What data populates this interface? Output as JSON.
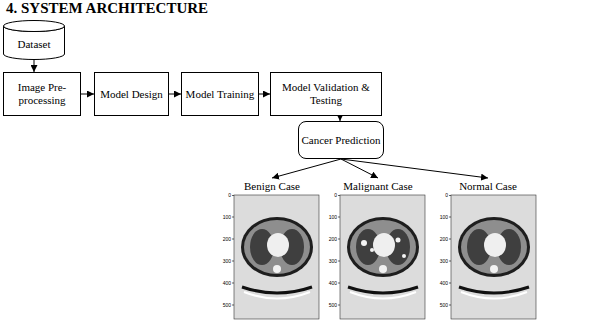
{
  "diagram": {
    "title": "4. SYSTEM ARCHITECTURE",
    "nodes": [
      {
        "text": [
          "Dataset"
        ]
      },
      {
        "text": [
          "Image Pre-processing"
        ]
      },
      {
        "text": [
          "Model Design"
        ]
      },
      {
        "text": [
          "Model Training"
        ]
      },
      {
        "text": [
          "Model Validation & Testing"
        ]
      },
      {
        "text": [
          "Cancer Prediction"
        ]
      },
      {
        "text": [
          "Benign Case"
        ]
      },
      {
        "text": [
          "Malignant Case"
        ]
      },
      {
        "text": [
          "Normal Case"
        ]
      }
    ],
    "edges": [
      {
        "from": 0,
        "to": 1,
        "arrow": "to"
      },
      {
        "from": 1,
        "to": 2,
        "arrow": "to"
      },
      {
        "from": 2,
        "to": 3,
        "arrow": "to"
      },
      {
        "from": 3,
        "to": 4,
        "arrow": "to"
      },
      {
        "from": 4,
        "to": 5,
        "arrow": "to"
      },
      {
        "from": 5,
        "to": 6,
        "arrow": "to"
      },
      {
        "from": 5,
        "to": 7,
        "arrow": "to"
      },
      {
        "from": 5,
        "to": 8,
        "arrow": "to"
      }
    ],
    "labels": [
      "0",
      "100",
      "200",
      "300",
      "400",
      "500",
      "0",
      "100",
      "200",
      "300",
      "400",
      "500",
      "0",
      "100",
      "200",
      "300",
      "400",
      "500"
    ]
  }
}
